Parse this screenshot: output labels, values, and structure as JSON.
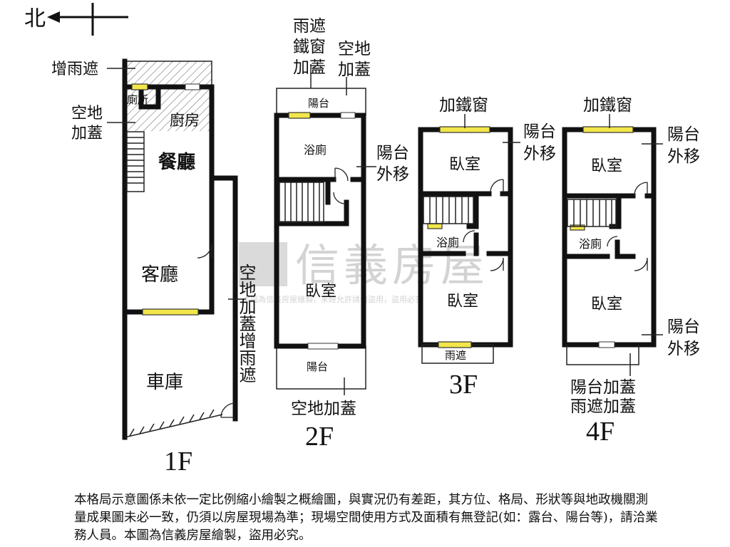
{
  "compass": {
    "north_label": "北"
  },
  "floors": {
    "f1": {
      "label": "1F",
      "rooms": {
        "toilet": "廁所",
        "kitchen": "廚房",
        "dining": "餐廳",
        "living": "客廳",
        "garage": "車庫"
      },
      "annotations": {
        "rain_cover_add": "增雨遮",
        "vacant_build_1": "空地",
        "vacant_build_2": "加蓋",
        "side_note": "空地加蓋增雨遮"
      }
    },
    "f2": {
      "label": "2F",
      "rooms": {
        "balcony_top": "陽台",
        "bathroom": "浴廁",
        "bedroom": "臥室",
        "balcony_bottom": "陽台"
      },
      "annotations": {
        "rain_cover_col": [
          "雨遮",
          "鐵窗",
          "加蓋"
        ],
        "vacant_col": [
          "空地",
          "加蓋"
        ],
        "balcony_out_1": "陽台",
        "balcony_out_2": "外移",
        "vacant_bottom": "空地加蓋"
      }
    },
    "f3": {
      "label": "3F",
      "rooms": {
        "bedroom_top": "臥室",
        "bathroom": "浴廁",
        "bedroom_bottom": "臥室",
        "rain_cover": "雨遮"
      },
      "annotations": {
        "iron_window": "加鐵窗",
        "balcony_out_1": "陽台",
        "balcony_out_2": "外移"
      }
    },
    "f4": {
      "label": "4F",
      "rooms": {
        "bedroom_top": "臥室",
        "bathroom": "浴廁",
        "bedroom_bottom": "臥室"
      },
      "annotations": {
        "iron_window": "加鐵窗",
        "balcony_out_top_1": "陽台",
        "balcony_out_top_2": "外移",
        "balcony_out_bottom_1": "陽台",
        "balcony_out_bottom_2": "外移",
        "balcony_add": "陽台加蓋",
        "rain_cover_add": "雨遮加蓋"
      }
    }
  },
  "watermark": {
    "brand": "信義房屋",
    "small": "本圖為信義房屋繪製，未經允許請勿盜用，盜用必究"
  },
  "disclaimer": "本格局示意圖係未依一定比例縮小繪製之概繪圖，與實況仍有差距，其方位、格局、形狀等與地政機關測量成果圖未必一致，仍須以房屋現場為準；現場空間使用方式及面積有無登記(如：露台、陽台等)，請洽業務人員。本圖為信義房屋繪製，盜用必究。",
  "colors": {
    "wall": "#111111",
    "window": "#f2e64a",
    "watermark": "#cfcfcf"
  }
}
